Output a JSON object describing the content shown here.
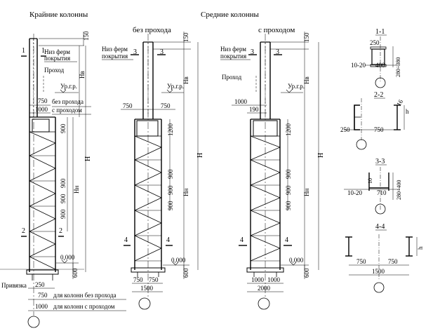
{
  "headings": {
    "edge": "Крайние колонны",
    "middle": "Средние колонны",
    "no_pass": "без прохода",
    "with_pass": "с проходом"
  },
  "labels": {
    "truss_bottom_1": "Низ ферм",
    "truss_bottom_2": "покрытия",
    "passage": "Проход",
    "crane_level": "Ур.г.р.",
    "no_pass_small": "без прохода",
    "with_pass_small": "с проходом",
    "binding": "Привязка",
    "for_cols_no_pass": "для колонн без прохода",
    "for_cols_with_pass": "для колонн с проходом",
    "zero": "0,000"
  },
  "dims": {
    "d150": "150",
    "d750": "750",
    "d1000": "1000",
    "d900": "900",
    "d1200": "1200",
    "d600": "600",
    "d250": "250",
    "d1500": "1500",
    "d2000": "2000",
    "d190": "190",
    "H": "H",
    "Hv": "Hв",
    "Hn": "Hн"
  },
  "section_marks": {
    "one": "1",
    "two": "2",
    "three": "3",
    "four": "4"
  },
  "sections": {
    "s1": {
      "title": "1-1",
      "d250": "250",
      "d10_20": "10-20",
      "d400": "400",
      "d280_380": "280÷380"
    },
    "s2": {
      "title": "2-2",
      "d16": "16",
      "d250": "250",
      "d750": "750",
      "h": "h"
    },
    "s3": {
      "title": "3-3",
      "d10": "10",
      "d10_20": "10-20",
      "d710": "710",
      "d280_400": "280÷400"
    },
    "s4": {
      "title": "4-4",
      "d750a": "750",
      "d750b": "750",
      "d1500": "1500",
      "h": "h"
    }
  }
}
